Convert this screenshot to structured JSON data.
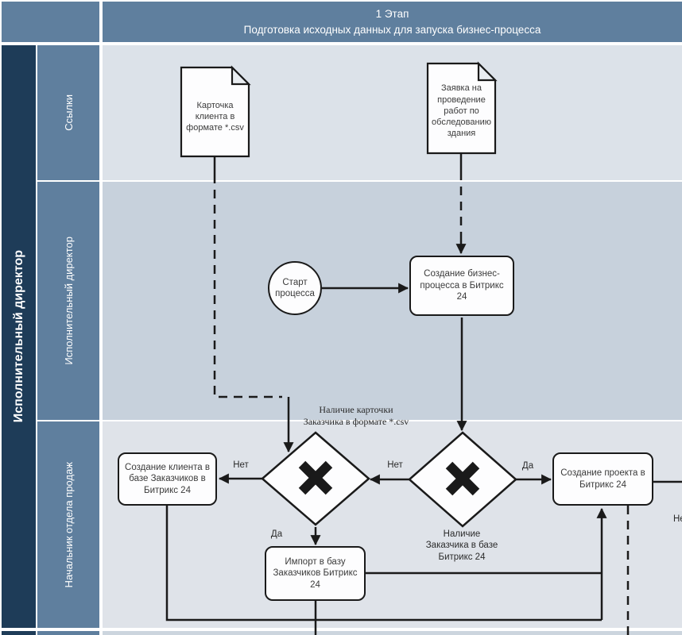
{
  "colors": {
    "slate": "#5f7f9e",
    "navy": "#1e3c58",
    "lane1": "#dce2e9",
    "lane2": "#c7d1dc",
    "lane3": "#dfe3e9",
    "lane4": "#ccd5de",
    "line": "#1a1a1a",
    "shape_fill": "#fdfdfe",
    "fold_fill": "#e9edf1",
    "text": "#3b3b3b"
  },
  "header": {
    "stage": "1 Этап",
    "subtitle": "Подготовка исходных данных для запуска бизнес-процесса"
  },
  "group": {
    "label": "Исполнительный директор"
  },
  "lanes": [
    {
      "label": "Ссылки"
    },
    {
      "label": "Исполнительный директор"
    },
    {
      "label": "Начальник отдела продаж"
    }
  ],
  "nodes": {
    "doc_client_card": "Карточка клиента в формате *.csv",
    "doc_request": "Заявка на проведение работ по обследованию здания",
    "start_event": "Старт процесса",
    "create_bp": "Создание бизнес-процесса в Битрикс 24",
    "create_client": "Создание клиента в базе Заказчиков в Битрикс 24",
    "create_project": "Создание проекта в Битрикс 24",
    "import_customers": "Импорт в базу Заказчиков Битрикс 24"
  },
  "edge_labels": {
    "card_exists_line1": "Наличие карточки",
    "card_exists_line2": "Заказчика в формате *.csv",
    "customer_exists": "Наличие Заказчика в базе Битрикс 24",
    "no_to_create_client": "Нет",
    "no_between_gateways": "Нет",
    "yes_to_project": "Да",
    "yes_to_import": "Да",
    "no_right_edge": "Нет"
  }
}
